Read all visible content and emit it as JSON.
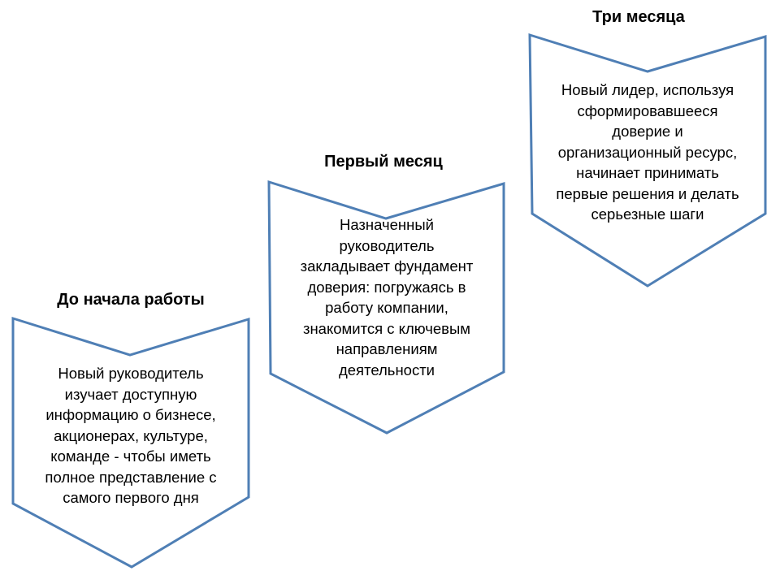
{
  "colors": {
    "stroke": "#4f7fb5",
    "fill": "#ffffff"
  },
  "steps": [
    {
      "title": "До начала работы",
      "lines": [
        "Новый руководитель",
        "изучает доступную",
        "информацию о бизнесе,",
        "акционерах, культуре,",
        "команде - чтобы иметь",
        "полное представление с",
        "самого первого дня"
      ]
    },
    {
      "title": "Первый месяц",
      "lines": [
        "Назначенный",
        "руководитель",
        "закладывает фундамент",
        "доверия: погружаясь в",
        "работу компании,",
        "знакомится с ключевым",
        "направлениям",
        "деятельности"
      ]
    },
    {
      "title": "Три месяца",
      "lines": [
        "Новый лидер, используя",
        "сформировавшееся",
        "доверие и",
        "организационный ресурс,",
        "начинает принимать",
        "первые решения и делать",
        "серьезные шаги"
      ]
    }
  ]
}
